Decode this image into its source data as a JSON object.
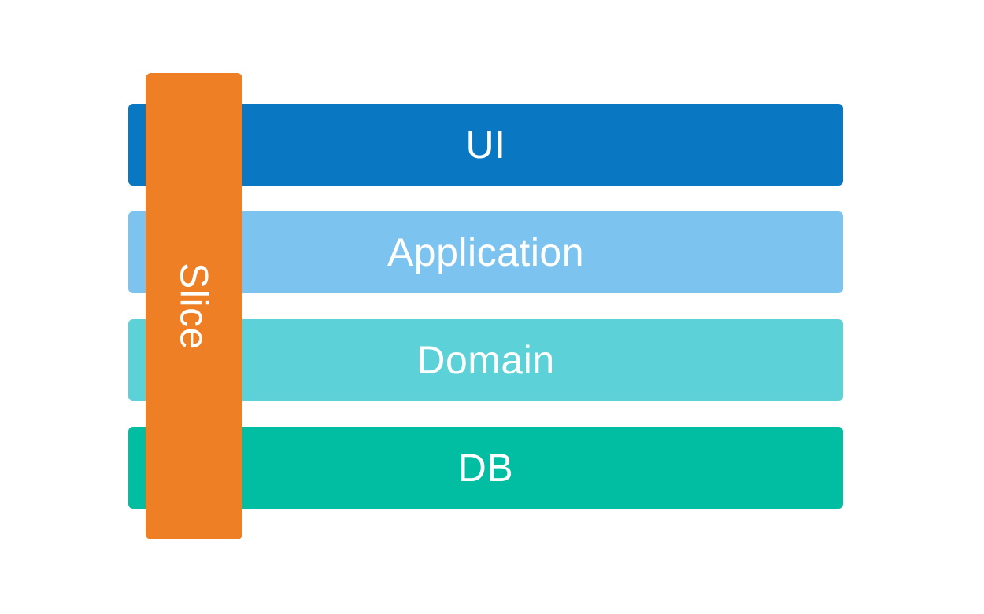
{
  "diagram": {
    "background_color": "#ffffff",
    "text_color": "#ffffff",
    "layers": [
      {
        "label": "UI",
        "color": "#0a77c2"
      },
      {
        "label": "Application",
        "color": "#7dc3f0"
      },
      {
        "label": "Domain",
        "color": "#5cd2d8"
      },
      {
        "label": "DB",
        "color": "#01bda1"
      }
    ],
    "slice": {
      "label": "Slice",
      "color": "#ee7f24"
    }
  }
}
